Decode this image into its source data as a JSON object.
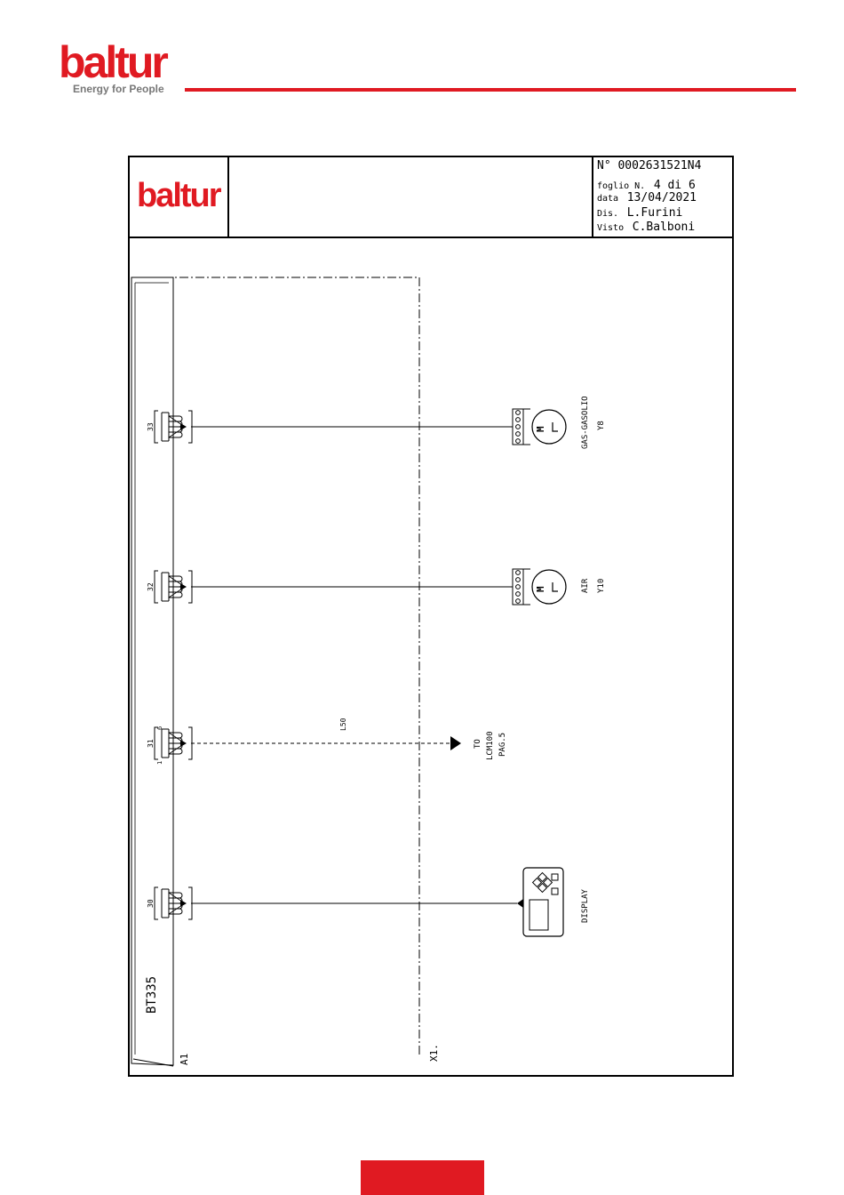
{
  "brand": {
    "logo_text": "baltur",
    "tagline": "Energy for People",
    "accent_color": "#e01a22"
  },
  "title_block": {
    "logo_text": "baltur",
    "doc_number": "N° 0002631521N4",
    "sheet_label": "foglio N.",
    "sheet": "4 di 6",
    "date_label": "data",
    "date": "13/04/2021",
    "drawn_label": "Dis.",
    "drawn_by": "L.Furini",
    "checked_label": "Visto",
    "checked_by": "C.Balboni"
  },
  "diagram": {
    "board_label": "BT335",
    "board_ref": "A1",
    "terminal_ref": "X1.",
    "connectors": [
      {
        "id": "33",
        "target": "servomotor-fuel"
      },
      {
        "id": "32",
        "target": "servomotor-air"
      },
      {
        "id": "31",
        "pin_first": "1",
        "pin_last": "6",
        "wire": "L50",
        "target": "offpage"
      },
      {
        "id": "30",
        "target": "display"
      }
    ],
    "devices": {
      "servo_fuel": {
        "symbol": "M",
        "name": "GAS-GASOLIO",
        "ref": "Y8"
      },
      "servo_air": {
        "symbol": "M",
        "name": "AIR",
        "ref": "Y10"
      },
      "offpage": {
        "line1": "TO",
        "line2": "LCM100",
        "line3": "PAG.5"
      },
      "display": {
        "name": "DISPLAY"
      }
    }
  }
}
